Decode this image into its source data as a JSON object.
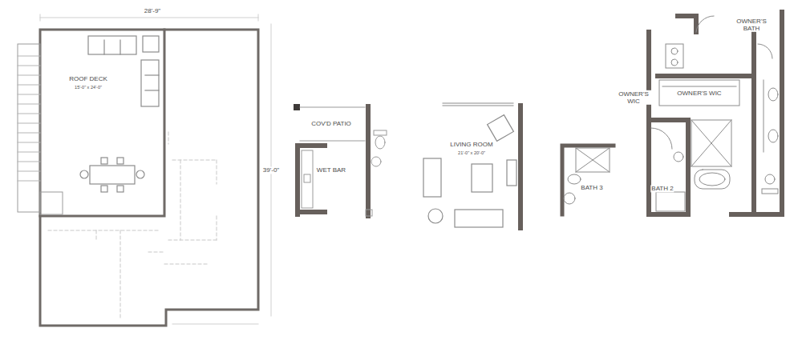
{
  "diagram": {
    "labels": [
      "28'-9\"",
      "ROOF DECK",
      "15'-0\" x 24'-0\"",
      "39'-0\"",
      "COV'D PATIO",
      "WET BAR",
      "LIVING ROOM",
      "21'-0\" x 20'-0\"",
      "BATH 3",
      "OWNER'S BATH",
      "OWNER'S WIC",
      "OWNER'S WIC",
      "BATH 2"
    ]
  }
}
